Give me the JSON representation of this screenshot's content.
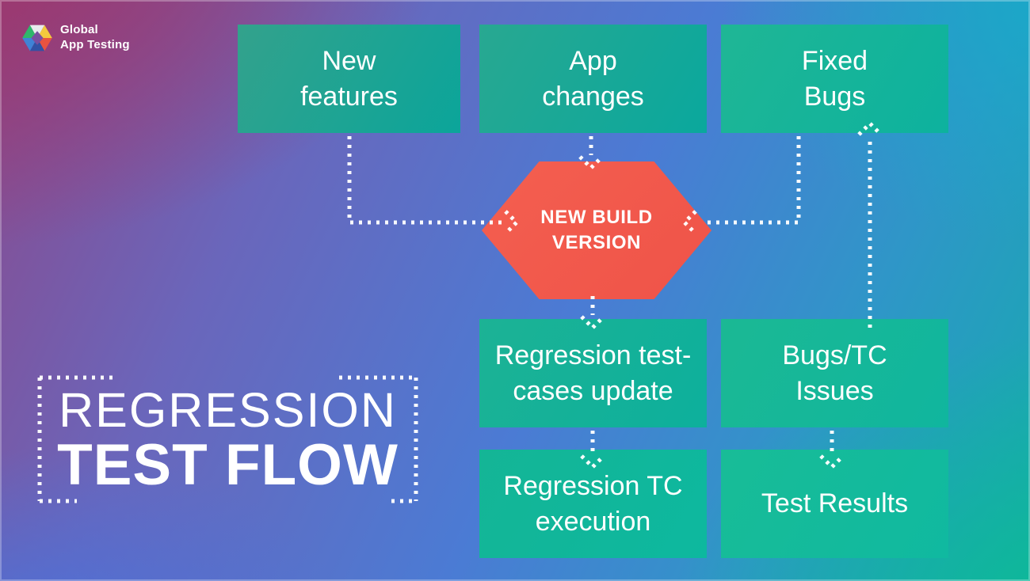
{
  "logo": {
    "name_line1": "Global",
    "name_line2": "App Testing",
    "icon": "gat-hexagon-logo-icon"
  },
  "title": {
    "line1": "REGRESSION",
    "line2": "TEST FLOW"
  },
  "diagram": {
    "nodes": {
      "new_features": {
        "label": "New\nfeatures"
      },
      "app_changes": {
        "label": "App\nchanges"
      },
      "fixed_bugs": {
        "label": "Fixed\nBugs"
      },
      "new_build_version": {
        "label": "NEW BUILD\nVERSION",
        "shape": "hexagon"
      },
      "regression_tc_update": {
        "label": "Regression test-\ncases update"
      },
      "bugs_tc_issues": {
        "label": "Bugs/TC\nIssues"
      },
      "regression_tc_execution": {
        "label": "Regression TC\nexecution"
      },
      "test_results": {
        "label": "Test Results"
      }
    },
    "edges": [
      {
        "from": "new_features",
        "to": "new_build_version"
      },
      {
        "from": "app_changes",
        "to": "new_build_version"
      },
      {
        "from": "fixed_bugs",
        "to": "new_build_version"
      },
      {
        "from": "bugs_tc_issues",
        "to": "fixed_bugs"
      },
      {
        "from": "new_build_version",
        "to": "regression_tc_update"
      },
      {
        "from": "regression_tc_update",
        "to": "regression_tc_execution"
      },
      {
        "from": "bugs_tc_issues",
        "to": "test_results"
      }
    ],
    "edge_style": "white-dotted-arrows"
  },
  "colors": {
    "hexagon_red": "#f2584c",
    "node_teal": "#14b096",
    "background_magenta": "#9a3c6e",
    "background_blue": "#4a7bd4",
    "background_cyan": "#18aac2",
    "background_green": "#10b79b",
    "text": "#ffffff"
  }
}
